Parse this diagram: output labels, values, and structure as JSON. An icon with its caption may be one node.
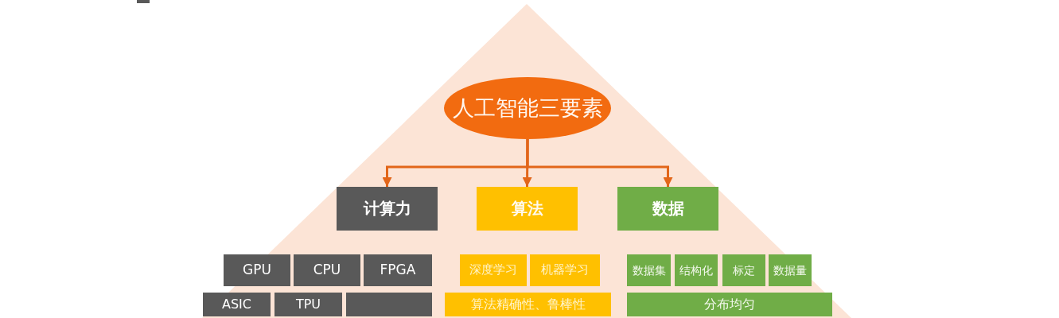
{
  "diagram": {
    "nodes": [
      {
        "text": [
          "人工智能三要素"
        ]
      },
      {
        "text": [
          "计算力"
        ]
      },
      {
        "text": [
          "算法"
        ]
      },
      {
        "text": [
          "数据"
        ]
      },
      {
        "text": [
          "GPU"
        ]
      },
      {
        "text": [
          "CPU"
        ]
      },
      {
        "text": [
          "FPGA"
        ]
      },
      {
        "text": [
          "深度学习"
        ]
      },
      {
        "text": [
          "机器学习"
        ]
      },
      {
        "text": [
          "数据集"
        ]
      },
      {
        "text": [
          "结构化"
        ]
      },
      {
        "text": [
          "标定"
        ]
      },
      {
        "text": [
          "数据量"
        ]
      },
      {
        "text": [
          "ASIC"
        ]
      },
      {
        "text": [
          "TPU"
        ]
      },
      {
        "text": [],
        "shape": "box"
      },
      {
        "text": [
          "算法精确性、鲁棒性"
        ]
      },
      {
        "text": [
          "分布均匀"
        ]
      }
    ],
    "edges": [
      {
        "from": 0,
        "to": 1,
        "arrow": "to"
      },
      {
        "from": 0,
        "to": 2,
        "arrow": "to"
      },
      {
        "from": 0,
        "to": 3,
        "arrow": "to"
      }
    ]
  }
}
